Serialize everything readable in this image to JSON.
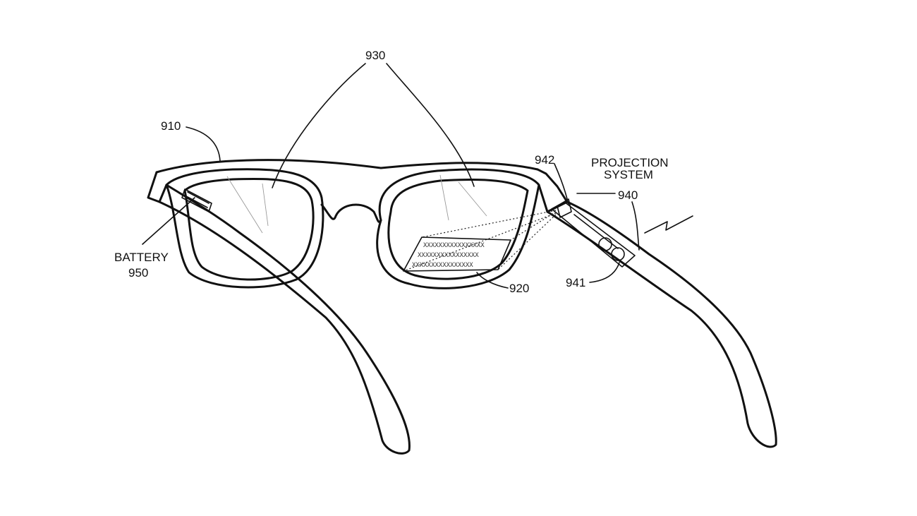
{
  "labels": {
    "frame": "910",
    "display": "920",
    "lenses": "930",
    "projection_title_line1": "PROJECTION",
    "projection_title_line2": "SYSTEM",
    "projection": "940",
    "module": "941",
    "emitter": "942",
    "battery_title": "BATTERY",
    "battery": "950"
  },
  "display_pattern": {
    "row1": "XXXXXXXXXXXXXXXX",
    "row2": "XXXXXXXXXXXXXXXX",
    "row3": "XXXXXXXXXXXXXXXX"
  },
  "colors": {
    "line": "#111111",
    "background": "#ffffff"
  }
}
